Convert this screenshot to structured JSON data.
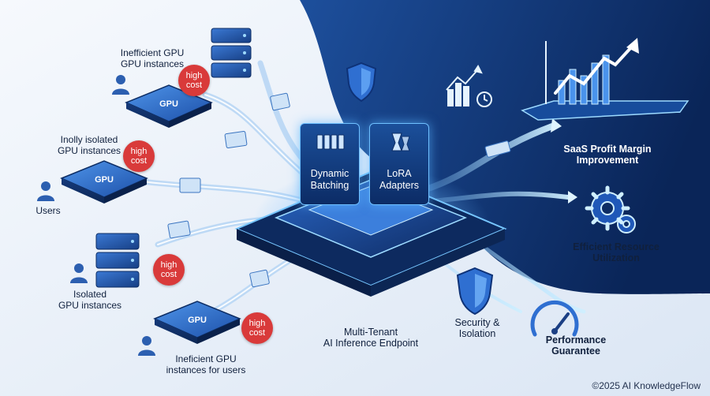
{
  "colors": {
    "background_light": "#eef3fa",
    "background_dark": "#0d2d64",
    "accent_blue": "#3f8fe6",
    "glow_blue": "#8fd0ff",
    "cost_red": "#d93a3a",
    "chip_blue": "#2f6fd1"
  },
  "left_groups": [
    {
      "label": "Inefficient GPU\nGPU instances",
      "badge": "high\ncost",
      "icon": "gpu-chip-icon"
    },
    {
      "label": "Inolly isolated\nGPU instances",
      "badge": "high\ncost",
      "icon": "gpu-chip-icon"
    },
    {
      "label": "Isolated\nGPU instances",
      "badge": "high\ncost",
      "icon": "server-rack-icon"
    },
    {
      "label": "Ineficient GPU\ninstances for users",
      "badge": "high\ncost",
      "icon": "gpu-chip-icon"
    }
  ],
  "users_label": "Users",
  "gpu_chip_text": "GPU",
  "center": {
    "features": [
      {
        "label": "Dynamic\nBatching",
        "icon": "batching-icon"
      },
      {
        "label": "LoRA\nAdapters",
        "icon": "adapter-icon"
      }
    ],
    "caption": "Multi-Tenant\nAI Inference Endpoint",
    "top_icon": "shield-icon"
  },
  "right_benefits": [
    {
      "label": "SaaS Profit Margin\nImprovement",
      "icon": "growth-chart-icon"
    },
    {
      "label": "Efficient Resource\nUtilization",
      "icon": "gears-icon"
    },
    {
      "label": "Security &\nIsolation",
      "icon": "shield-check-icon"
    },
    {
      "label": "Performance\nGuarantee",
      "icon": "gauge-icon"
    }
  ],
  "copyright": "©2025 AI KnowledgeFlow"
}
